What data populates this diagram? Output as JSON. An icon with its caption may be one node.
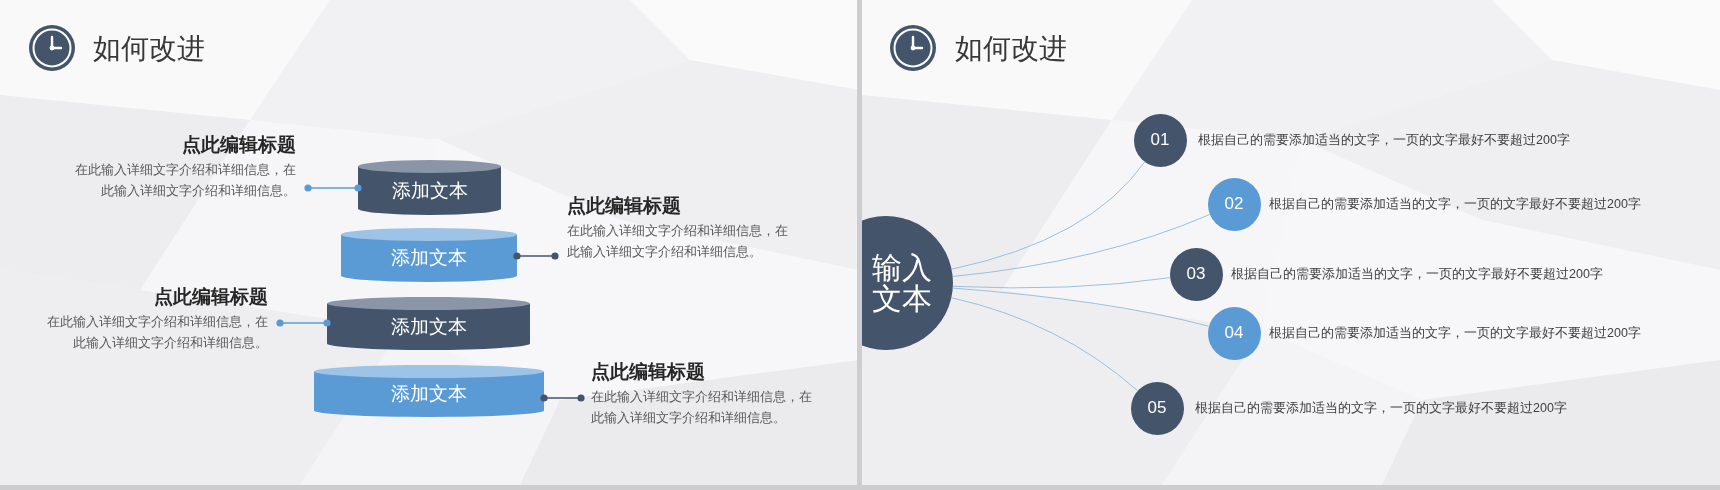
{
  "diagram": {
    "nodes": [
      {
        "text": [
          "点此编辑标题",
          "在此输入详细文字介绍和详细信息，在此输入详细文字介绍和详细信息。"
        ]
      },
      {
        "text": [
          "添加文本"
        ]
      },
      {
        "text": [
          "点此编辑标题",
          "在此输入详细文字介绍和详细信息，在此输入详细文字介绍和详细信息。"
        ]
      },
      {
        "text": [
          "添加文本"
        ]
      },
      {
        "text": [
          "点此编辑标题",
          "在此输入详细文字介绍和详细信息，在此输入详细文字介绍和详细信息。"
        ]
      },
      {
        "text": [
          "添加文本"
        ]
      },
      {
        "text": [
          "添加文本"
        ]
      },
      {
        "text": [
          "点此编辑标题",
          "在此输入详细文字介绍和详细信息，在此输入详细文字介绍和详细信息。"
        ]
      },
      {
        "text": [
          "输入文本"
        ]
      },
      {
        "text": [
          "01"
        ],
        "beside": [
          "根据自己的需要添加适当的文字，一页的文字最好不要超过200字"
        ]
      },
      {
        "text": [
          "02"
        ],
        "beside": [
          "根据自己的需要添加适当的文字，一页的文字最好不要超过200字"
        ]
      },
      {
        "text": [
          "03"
        ],
        "beside": [
          "根据自己的需要添加适当的文字，一页的文字最好不要超过200字"
        ]
      },
      {
        "text": [
          "04"
        ],
        "beside": [
          "根据自己的需要添加适当的文字，一页的文字最好不要超过200字"
        ]
      },
      {
        "text": [
          "05"
        ],
        "beside": [
          "根据自己的需要添加适当的文字，一页的文字最好不要超过200字"
        ]
      }
    ],
    "edges": [
      {
        "from": 0,
        "to": 1,
        "arrow": "other",
        "color": "#5b9bd5"
      },
      {
        "from": 2,
        "to": 3,
        "arrow": "other",
        "color": "#44546a"
      },
      {
        "from": 4,
        "to": 5,
        "arrow": "other",
        "color": "#5b9bd5"
      },
      {
        "from": 7,
        "to": 6,
        "arrow": "other",
        "color": "#44546a"
      },
      {
        "from": 8,
        "to": 9,
        "arrow": "none"
      },
      {
        "from": 8,
        "to": 10,
        "arrow": "none"
      },
      {
        "from": 8,
        "to": 11,
        "arrow": "none"
      },
      {
        "from": 8,
        "to": 12,
        "arrow": "none"
      },
      {
        "from": 8,
        "to": 13,
        "arrow": "none"
      }
    ],
    "labels": [
      "如何改进",
      "如何改进"
    ]
  }
}
